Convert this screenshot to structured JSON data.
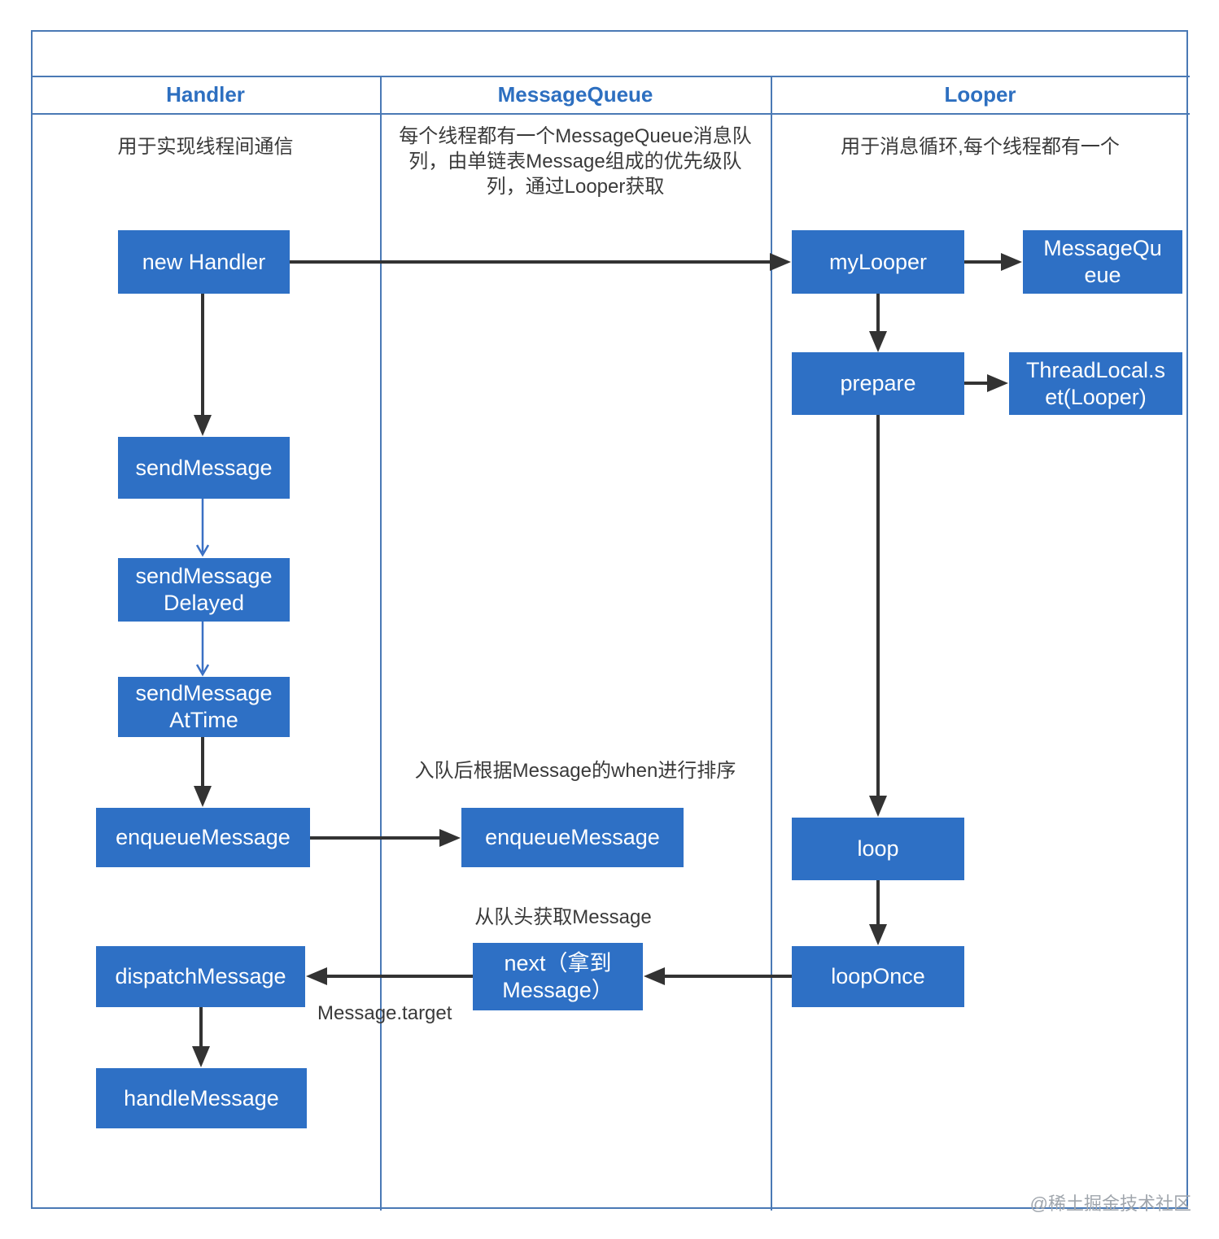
{
  "header": {
    "columns": [
      "Handler",
      "MessageQueue",
      "Looper"
    ]
  },
  "descriptions": {
    "handler": "用于实现线程间通信",
    "message_queue": "每个线程都有一个MessageQueue消息队\n列，由单链表Message组成的优先级队\n列，通过Looper获取",
    "looper": "用于消息循环,每个线程都有一个"
  },
  "nodes": {
    "new_handler": "new Handler",
    "send_message": "sendMessage",
    "send_message_delayed": "sendMessage\nDelayed",
    "send_message_at_time": "sendMessage\nAtTime",
    "enqueue_message_handler": "enqueueMessage",
    "dispatch_message": "dispatchMessage",
    "handle_message": "handleMessage",
    "enqueue_message_queue": "enqueueMessage",
    "next_message": "next（拿到\nMessage）",
    "my_looper": "myLooper",
    "message_queue": "MessageQu\neue",
    "prepare": "prepare",
    "thread_local_set": "ThreadLocal.s\net(Looper)",
    "loop": "loop",
    "loop_once": "loopOnce"
  },
  "annotations": {
    "enqueue_order": "入队后根据Message的when进行排序",
    "dequeue_note": "从队头获取Message",
    "message_target": "Message.target"
  },
  "watermark": "@稀土掘金技术社区",
  "colors": {
    "node_fill": "#2e70c5",
    "table_border": "#4a79b5",
    "header_text": "#2d6fc0",
    "arrow_dark": "#333333",
    "arrow_blue": "#3a70c4"
  }
}
